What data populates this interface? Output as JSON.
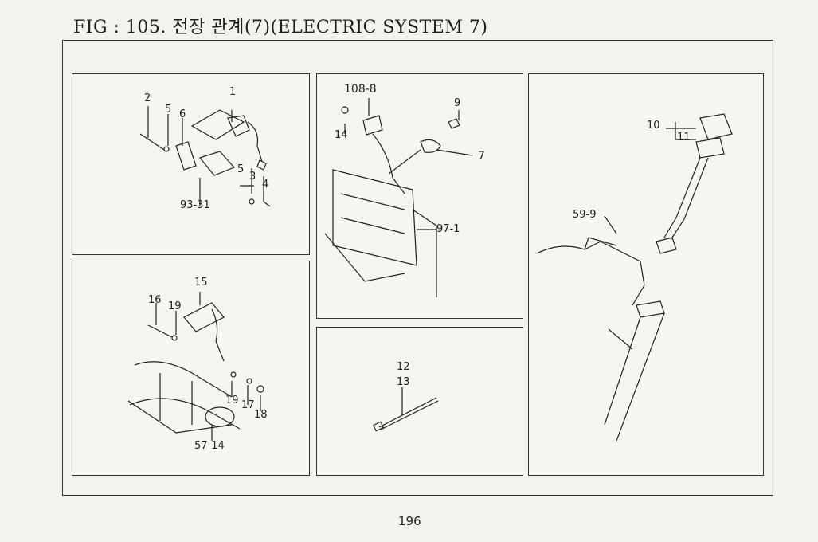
{
  "header": {
    "title": "FIG : 105. 전장 관계(7)(ELECTRIC SYSTEM 7)"
  },
  "panels": {
    "top_left": {
      "labels": [
        "1",
        "2",
        "5",
        "6",
        "5",
        "3",
        "4",
        "93-31"
      ]
    },
    "bottom_left": {
      "labels": [
        "15",
        "16",
        "19",
        "19",
        "17",
        "18",
        "57-14"
      ]
    },
    "middle_top": {
      "labels": [
        "108-8",
        "14",
        "9",
        "7",
        "97-1"
      ]
    },
    "middle_bottom": {
      "labels": [
        "12",
        "13"
      ]
    },
    "right": {
      "labels": [
        "10",
        "11",
        "59-9"
      ]
    }
  },
  "footer": {
    "page_number": "196"
  }
}
